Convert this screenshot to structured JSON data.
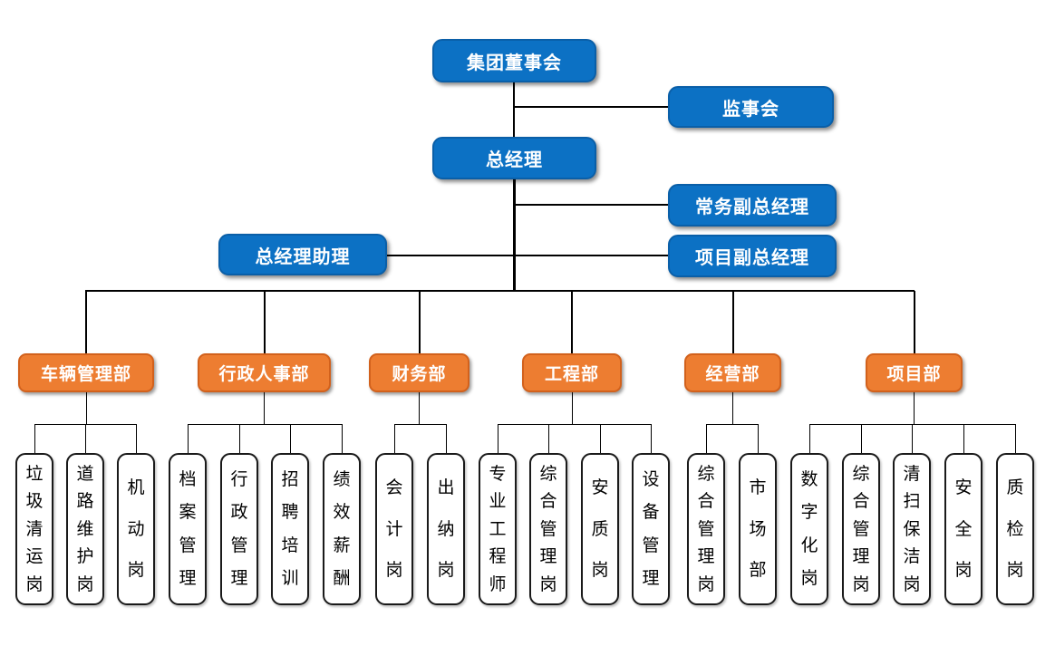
{
  "chart": {
    "type": "org-chart",
    "executives": {
      "board": "集团董事会",
      "supervisory": "监事会",
      "gm": "总经理",
      "exec_deputy_gm": "常务副总经理",
      "gm_assistant": "总经理助理",
      "project_deputy_gm": "项目副总经理"
    },
    "departments": [
      {
        "label": "车辆管理部",
        "positions": [
          "垃圾清运岗",
          "道路维护岗",
          "机动岗"
        ]
      },
      {
        "label": "行政人事部",
        "positions": [
          "档案管理",
          "行政管理",
          "招聘培训",
          "绩效薪酬"
        ]
      },
      {
        "label": "财务部",
        "positions": [
          "会计岗",
          "出纳岗"
        ]
      },
      {
        "label": "工程部",
        "positions": [
          "专业工程师",
          "综合管理岗",
          "安质岗",
          "设备管理"
        ]
      },
      {
        "label": "经营部",
        "positions": [
          "综合管理岗",
          "市场部"
        ]
      },
      {
        "label": "项目部",
        "positions": [
          "数字化岗",
          "综合管理岗",
          "清扫保洁岗",
          "安全岗",
          "质检岗"
        ]
      }
    ],
    "colors": {
      "executive_box": "#0c71c4",
      "department_box": "#ed7d31",
      "position_box_border": "#1a1a1a",
      "connector_line": "#000000",
      "text_on_color": "#ffffff",
      "text_on_white": "#000000"
    }
  }
}
